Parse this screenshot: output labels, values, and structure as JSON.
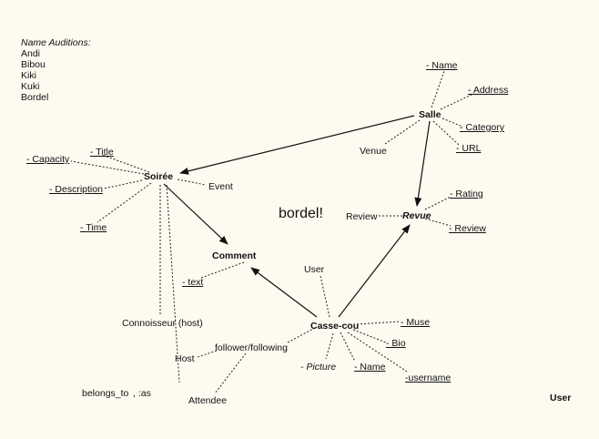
{
  "auditions": {
    "heading": "Name Auditions:",
    "names": [
      "Andi",
      "Bibou",
      "Kiki",
      "Kuki",
      "Bordel"
    ]
  },
  "title_note": "bordel!",
  "nodes": {
    "salle": "Salle",
    "soiree": "Soirée",
    "comment": "Comment",
    "revue": "Revue",
    "cassecou": "Casse-cou"
  },
  "salle_attrs": {
    "name": "- Name",
    "address": "- Address",
    "category": "- Category",
    "url": "- URL"
  },
  "soiree_attrs": {
    "title": "- Title",
    "capacity": "- Capacity",
    "description": "- Description",
    "time": "- Time"
  },
  "revue_attrs": {
    "rating": "- Rating",
    "review": "- Review"
  },
  "comment_attrs": {
    "text": "- text"
  },
  "cassecou_attrs": {
    "muse": "- Muse",
    "bio": "- Bio",
    "name": "- Name",
    "username": "-username",
    "picture": "- Picture"
  },
  "labels": {
    "venue": "Venue",
    "event": "Event",
    "review": "Review",
    "user_mid": "User",
    "connoisseur": "Connoisseur (host)",
    "follower": "follower/following",
    "host": "Host",
    "attendee": "Attendee",
    "belongs_to": "belongs_to",
    "as": ", :as",
    "user_corner": "User"
  }
}
